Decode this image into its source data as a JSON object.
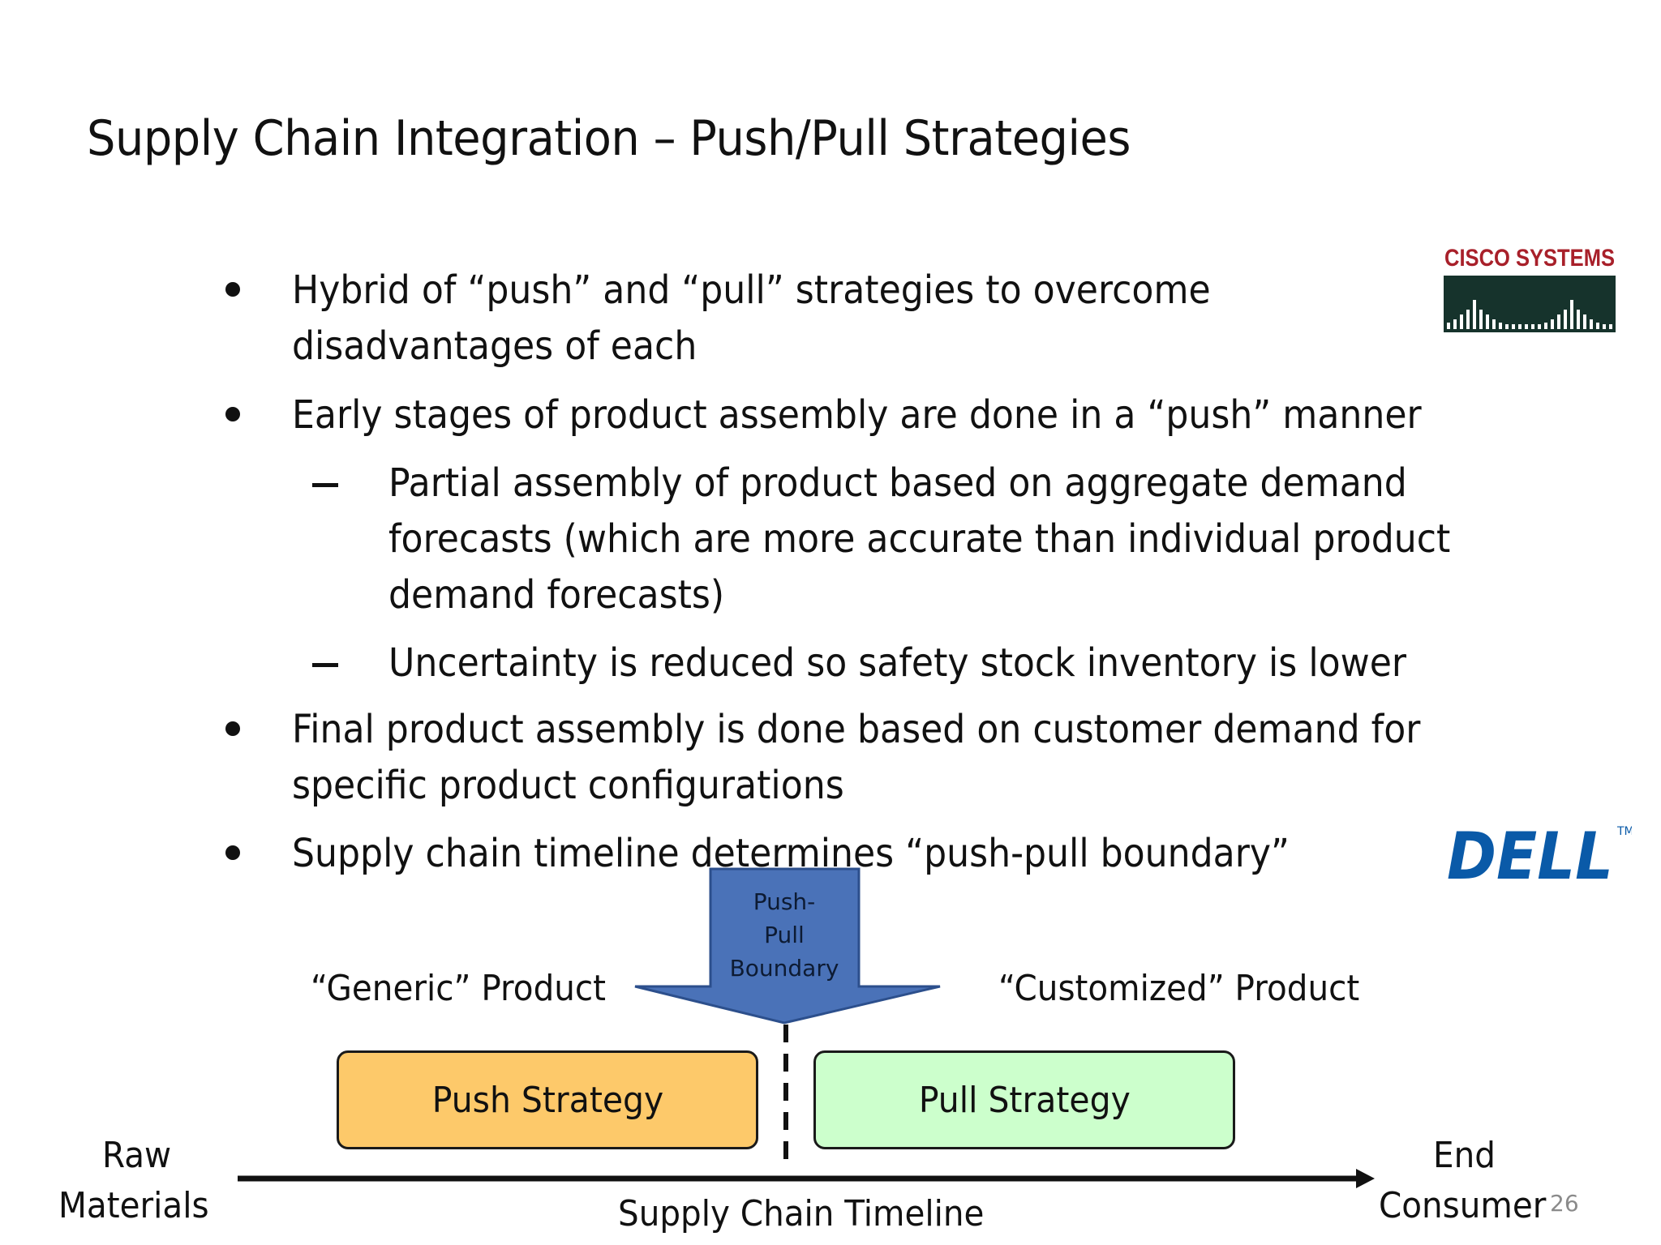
{
  "slide": {
    "title": "Supply Chain Integration – Push/Pull Strategies",
    "page_number": "26"
  },
  "bullets": [
    {
      "line1": "Hybrid of “push” and “pull” strategies to overcome",
      "line2": "disadvantages of each"
    },
    {
      "line1": "Early stages of product assembly are done in a “push” manner"
    },
    {
      "line1": "Final product assembly is done based on customer demand for",
      "line2": "specific product configurations"
    },
    {
      "line1": "Supply chain timeline determines “push-pull boundary”"
    }
  ],
  "sub_bullets": [
    {
      "line1": "Partial assembly of product based on aggregate demand",
      "line2": "forecasts (which are more accurate than individual product",
      "line3": "demand forecasts)"
    },
    {
      "line1": "Uncertainty is reduced so safety stock inventory is lower"
    }
  ],
  "logos": {
    "cisco": {
      "text": "CISCO SYSTEMS",
      "color": "#a8202a",
      "bar_bg": "#16332c"
    },
    "dell": {
      "text": "DELL",
      "tm": "TM",
      "color": "#0a5aa8"
    }
  },
  "diagram": {
    "generic_label": "“Generic” Product",
    "customized_label": "“Customized” Product",
    "arrow_lines": [
      "Push-",
      "Pull",
      "Boundary"
    ],
    "push_label": "Push Strategy",
    "pull_label": "Pull Strategy",
    "raw_line1": "Raw",
    "raw_line2": "Materials",
    "end_line1": "End",
    "end_line2": "Consumer",
    "timeline_label": "Supply Chain Timeline",
    "colors": {
      "push_fill": "#fdc96a",
      "pull_fill": "#ccffcc",
      "arrow_fill": "#4a72b8",
      "arrow_stroke": "#2c4f8c"
    }
  }
}
